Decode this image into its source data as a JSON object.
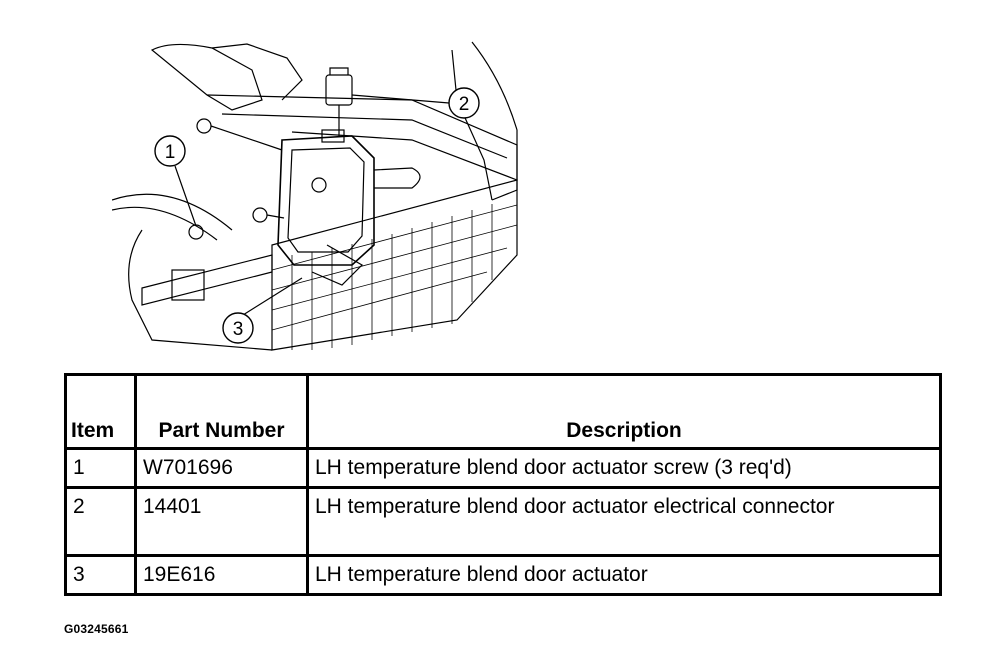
{
  "diagram": {
    "callouts": [
      "1",
      "2",
      "3"
    ]
  },
  "table": {
    "headers": {
      "item": "Item",
      "part_number": "Part Number",
      "description": "Description"
    },
    "rows": [
      {
        "item": "1",
        "part_number": "W701696",
        "description": "LH temperature blend door actuator screw (3 req'd)"
      },
      {
        "item": "2",
        "part_number": "14401",
        "description": "LH temperature blend door actuator electrical connector"
      },
      {
        "item": "3",
        "part_number": "19E616",
        "description": "LH temperature blend door actuator"
      }
    ]
  },
  "figure_code": "G03245661"
}
